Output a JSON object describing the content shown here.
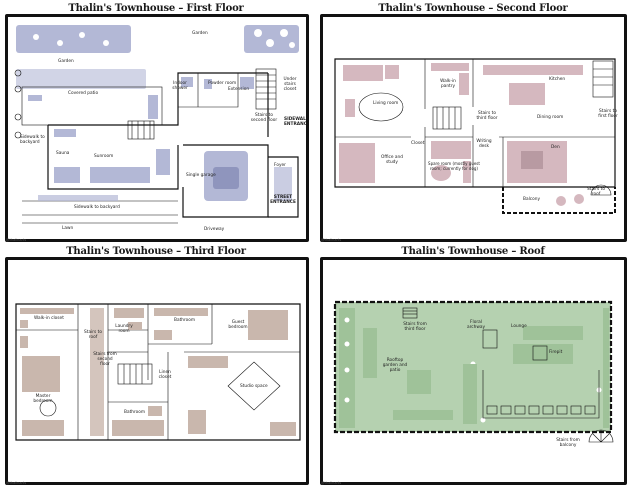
{
  "floors": [
    {
      "title": "Thalin's Townhouse – First Floor",
      "labels": {
        "garden_top": "Garden",
        "garden_left": "Garden",
        "indoor_shower": "Indoor shower",
        "powder_room": "Powder room",
        "extension": "Extension",
        "under_stairs_closet": "Under stairs closet",
        "stairs_to_second": "Stairs to second floor",
        "sidewalk_entrance": "SIDEWALK ENTRANCE",
        "covered_patio": "Covered patio",
        "sidewalk_backyard_left": "Sidewalk to backyard",
        "sauna": "Sauna",
        "sunroom": "Sunroom",
        "single_garage": "Single garage",
        "foyer": "Foyer",
        "street_entrance": "STREET ENTRANCE",
        "sidewalk_backyard_bottom": "Sidewalk to backyard",
        "lawn": "Lawn",
        "driveway": "Driveway"
      }
    },
    {
      "title": "Thalin's Townhouse – Second Floor",
      "labels": {
        "living_room": "Living room",
        "walkin_pantry": "Walk-in pantry",
        "kitchen": "Kitchen",
        "stairs_to_first": "Stairs to first floor",
        "stairs_to_third": "Stairs to third floor",
        "dining_room": "Dining room",
        "office": "Office and study",
        "closet": "Closet",
        "spare_room": "Spare room (mostly guest room; currently for dog)",
        "writing_desk": "Writing desk",
        "den": "Den",
        "balcony": "Balcony",
        "stairs_to_roof": "Stairs to roof"
      }
    },
    {
      "title": "Thalin's Townhouse – Third Floor",
      "labels": {
        "walkin_closet": "Walk-in closet",
        "laundry_room": "Laundry room",
        "bathroom_top": "Bathroom",
        "guest_bedroom": "Guest bedroom",
        "stairs_to_roof": "Stairs to roof",
        "stairs_from_second": "Stairs from second floor",
        "linen_closet": "Linen closet",
        "master_bedroom": "Master bedroom",
        "bathroom_bottom": "Bathroom",
        "studio_space": "Studio space"
      }
    },
    {
      "title": "Thalin's Townhouse – Roof",
      "labels": {
        "stairs_from_third": "Stairs from third floor",
        "floral_archway": "Floral archway",
        "lounge": "Lounge",
        "firepit": "Firepit",
        "rooftop_garden": "Rooftop garden and patio",
        "stairs_from_balcony": "Stairs from balcony"
      }
    }
  ],
  "credit": "@thalinarts",
  "colors": {
    "garden_blue": "#b3b8d6",
    "room_taupe": "#c9b7ad",
    "room_pink": "#d5b8bf",
    "roof_green": "#b5d1b0",
    "ink": "#111111"
  }
}
